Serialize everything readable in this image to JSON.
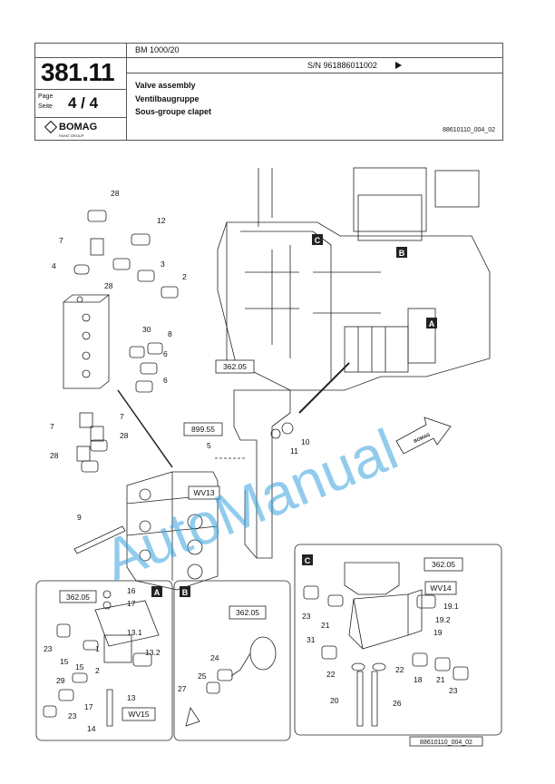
{
  "header": {
    "model": "BM 1000/20",
    "serial": "S/N 961886011002",
    "section_number": "381.11",
    "page_label_1": "Page",
    "page_label_2": "Seite",
    "page_number": "4  /  4",
    "title_en": "Valve assembly",
    "title_de": "Ventilbaugruppe",
    "title_fr": "Sous-groupe clapet",
    "doc_id": "88610110_004_02",
    "logo_text": "BOMAG",
    "logo_sub": "FAYAT GROUP"
  },
  "watermark": "AutoManual",
  "footer": {
    "drawing_id": "88610110_004_02"
  },
  "detail_letters": {
    "a": "A",
    "b": "B",
    "c": "C"
  },
  "ref_boxes": {
    "main_1": "362.05",
    "main_2": "899.55",
    "main_wv": "WV13",
    "a_ref": "362.05",
    "a_wv": "WV15",
    "b_ref": "362.05",
    "c_ref": "362.05",
    "c_wv": "WV14"
  },
  "callouts_main": [
    "28",
    "12",
    "7",
    "3",
    "2",
    "4",
    "28",
    "30",
    "8",
    "6",
    "6",
    "7",
    "7",
    "28",
    "28",
    "5",
    "9",
    "10",
    "11"
  ],
  "callouts_a": [
    "16",
    "17",
    "23",
    "15",
    "13.1",
    "13.2",
    "15",
    "29",
    "17",
    "23",
    "14",
    "2",
    "1",
    "13"
  ],
  "callouts_b": [
    "24",
    "25",
    "27"
  ],
  "callouts_c": [
    "23",
    "21",
    "19.1",
    "19.2",
    "19",
    "31",
    "22",
    "22",
    "18",
    "21",
    "23",
    "20",
    "26"
  ],
  "arrow_logo": "BOMAG"
}
